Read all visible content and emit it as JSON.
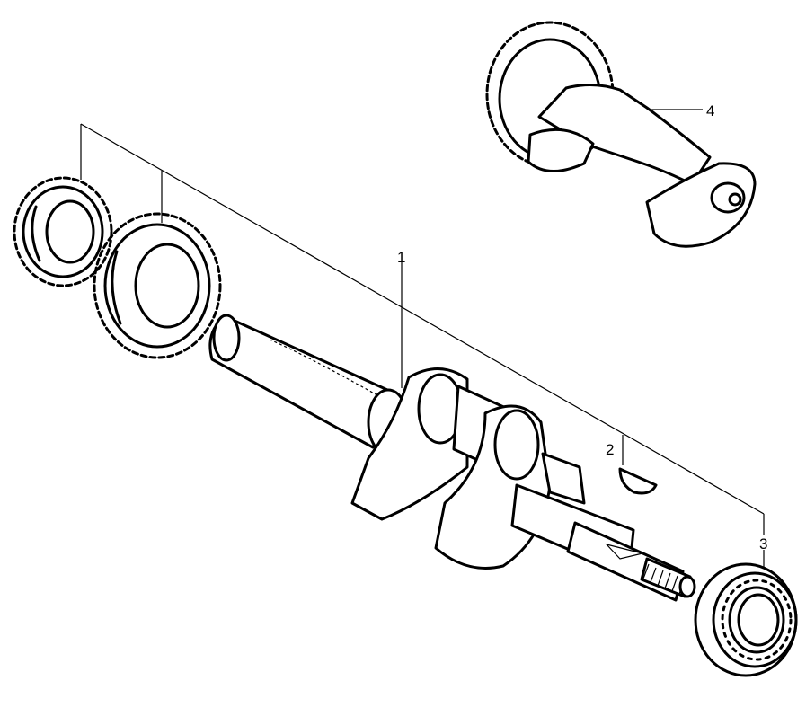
{
  "callouts": [
    {
      "id": "crankshaft",
      "label": "1"
    },
    {
      "id": "key",
      "label": "2"
    },
    {
      "id": "bearing",
      "label": "3"
    },
    {
      "id": "balancer",
      "label": "4"
    }
  ]
}
